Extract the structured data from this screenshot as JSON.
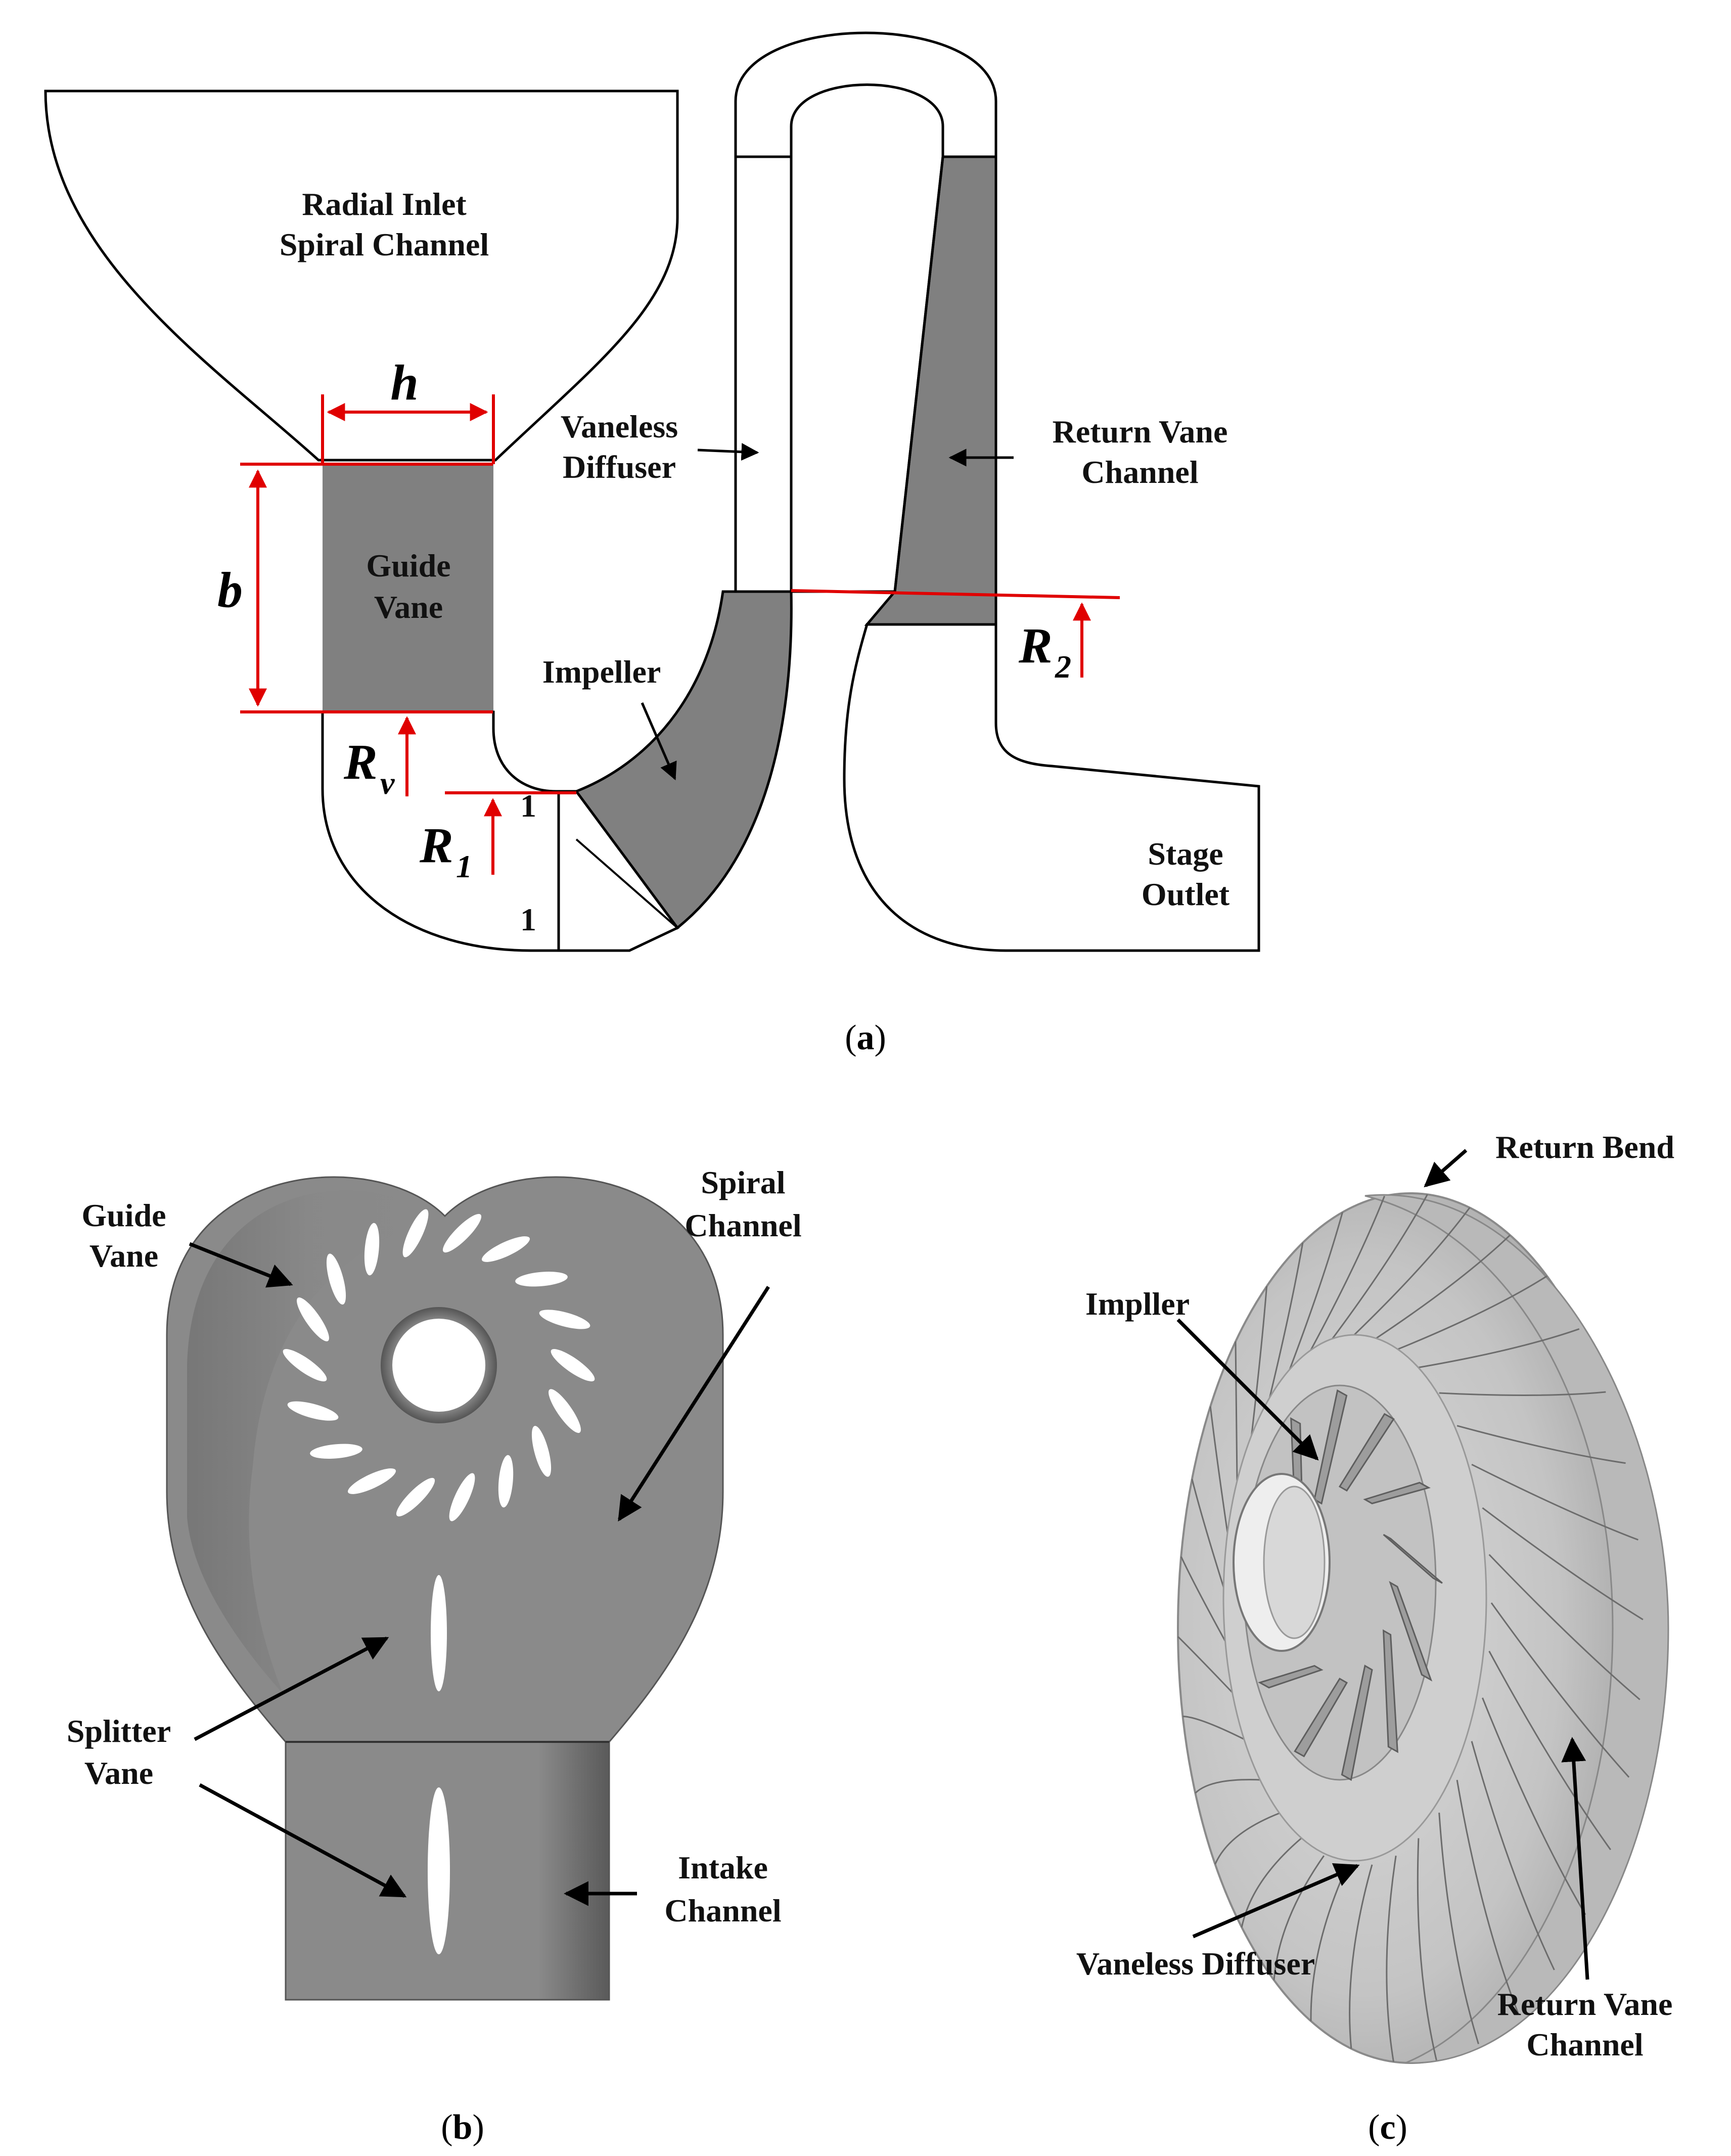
{
  "panel_a": {
    "labels": {
      "radial_inlet_line1": "Radial Inlet",
      "radial_inlet_line2": "Spiral Channel",
      "vaneless_line1": "Vaneless",
      "vaneless_line2": "Diffuser",
      "return_vane_line1": "Return Vane",
      "return_vane_line2": "Channel",
      "guide_vane_line1": "Guide",
      "guide_vane_line2": "Vane",
      "impeller": "Impeller",
      "stage_outlet_line1": "Stage",
      "stage_outlet_line2": "Outlet",
      "station_upper": "1",
      "station_lower": "1"
    },
    "symbols": {
      "h": "h",
      "b": "b",
      "r_v": "R",
      "r_v_sub": "v",
      "r_1": "R",
      "r_1_sub": "1",
      "r_2": "R",
      "r_2_sub": "2"
    },
    "caption_letter": "a"
  },
  "panel_b": {
    "labels": {
      "guide_vane_line1": "Guide",
      "guide_vane_line2": "Vane",
      "spiral_line1": "Spiral",
      "spiral_line2": "Channel",
      "splitter_line1": "Splitter",
      "splitter_line2": "Vane",
      "intake_line1": "Intake",
      "intake_line2": "Channel"
    },
    "caption_letter": "b"
  },
  "panel_c": {
    "labels": {
      "return_bend": "Return Bend",
      "impeller": "Impller",
      "vaneless_diffuser": "Vaneless Diffuser",
      "return_vane_line1": "Return Vane",
      "return_vane_line2": "Channel"
    },
    "caption_letter": "c"
  },
  "colors": {
    "vane_fill": "#808080",
    "outline": "#000000",
    "dimension": "#e00000",
    "render_gray": "#8a8a8a",
    "render_light": "#d6d6d6"
  }
}
